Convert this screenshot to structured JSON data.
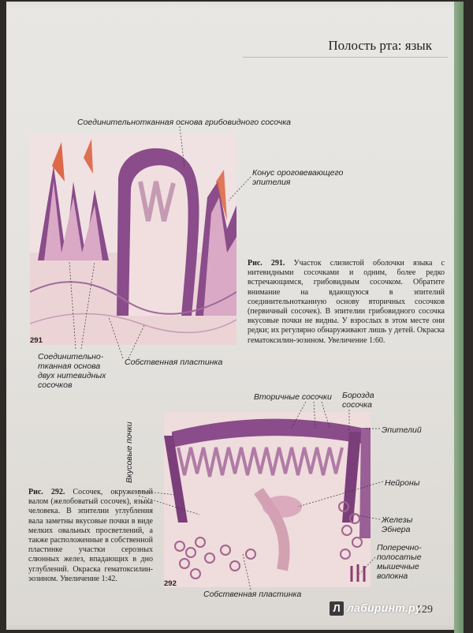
{
  "header": {
    "title": "Полость рта: язык"
  },
  "figure291": {
    "number": "291",
    "labels": {
      "top": "Соединительнотканная основа грибовидного сосочка",
      "cone_line1": "Конус ороговевающего",
      "cone_line2": "эпителия",
      "left_line1": "Соединительно-",
      "left_line2": "тканная основа",
      "left_line3": "двух нитевидных",
      "left_line4": "сосочков",
      "lamina": "Собственная пластинка"
    },
    "caption": {
      "bold": "Рис. 291.",
      "text": " Участок слизистой оболочки языка с нитевидными сосочками и одним, более редко встречающимся, грибовидным сосочком. Обратите внимание на вдающуюся в эпителий соединительнотканную основу вторичных сосочков (первичный сосочек). В эпителии грибовидного сосочка вкусовые почки не видны. У взрослых в этом месте они редки; их регулярно обнаруживают лишь у детей. Окраска гематоксилин-эозином. Увеличение 1:60."
    }
  },
  "figure292": {
    "number": "292",
    "labels": {
      "secondary": "Вторичные сосочки",
      "furrow_line1": "Борозда",
      "furrow_line2": "сосочка",
      "epithelium": "Эпителий",
      "taste_buds": "Вкусовые почки",
      "neurons": "Нейроны",
      "glands_line1": "Железы",
      "glands_line2": "Эбнера",
      "muscle_line1": "Поперечно-",
      "muscle_line2": "полосатые",
      "muscle_line3": "мышечные",
      "muscle_line4": "волокна",
      "lamina": "Собственная пластинка"
    },
    "caption": {
      "bold": "Рис. 292.",
      "text": " Сосочек, окруженный валом (желобоватый сосочек), языка человека. В эпителии углубления вала заметны вкусовые почки в виде мелких овальных просветлений, а также расположенные в собственной пластинке участки серозных слюнных желез, впадающих в дно углублений. Окраска гематоксилин-эозином. Увеличение 1:42."
    }
  },
  "footer": {
    "page_number": "129",
    "watermark": "лабиринт.ру",
    "watermark_mark": "Л"
  },
  "colors": {
    "tissue_dark": "#7a3f7a",
    "tissue_pink": "#d8a8c0",
    "tissue_light": "#efd9dc",
    "keratin": "#d9532e"
  }
}
